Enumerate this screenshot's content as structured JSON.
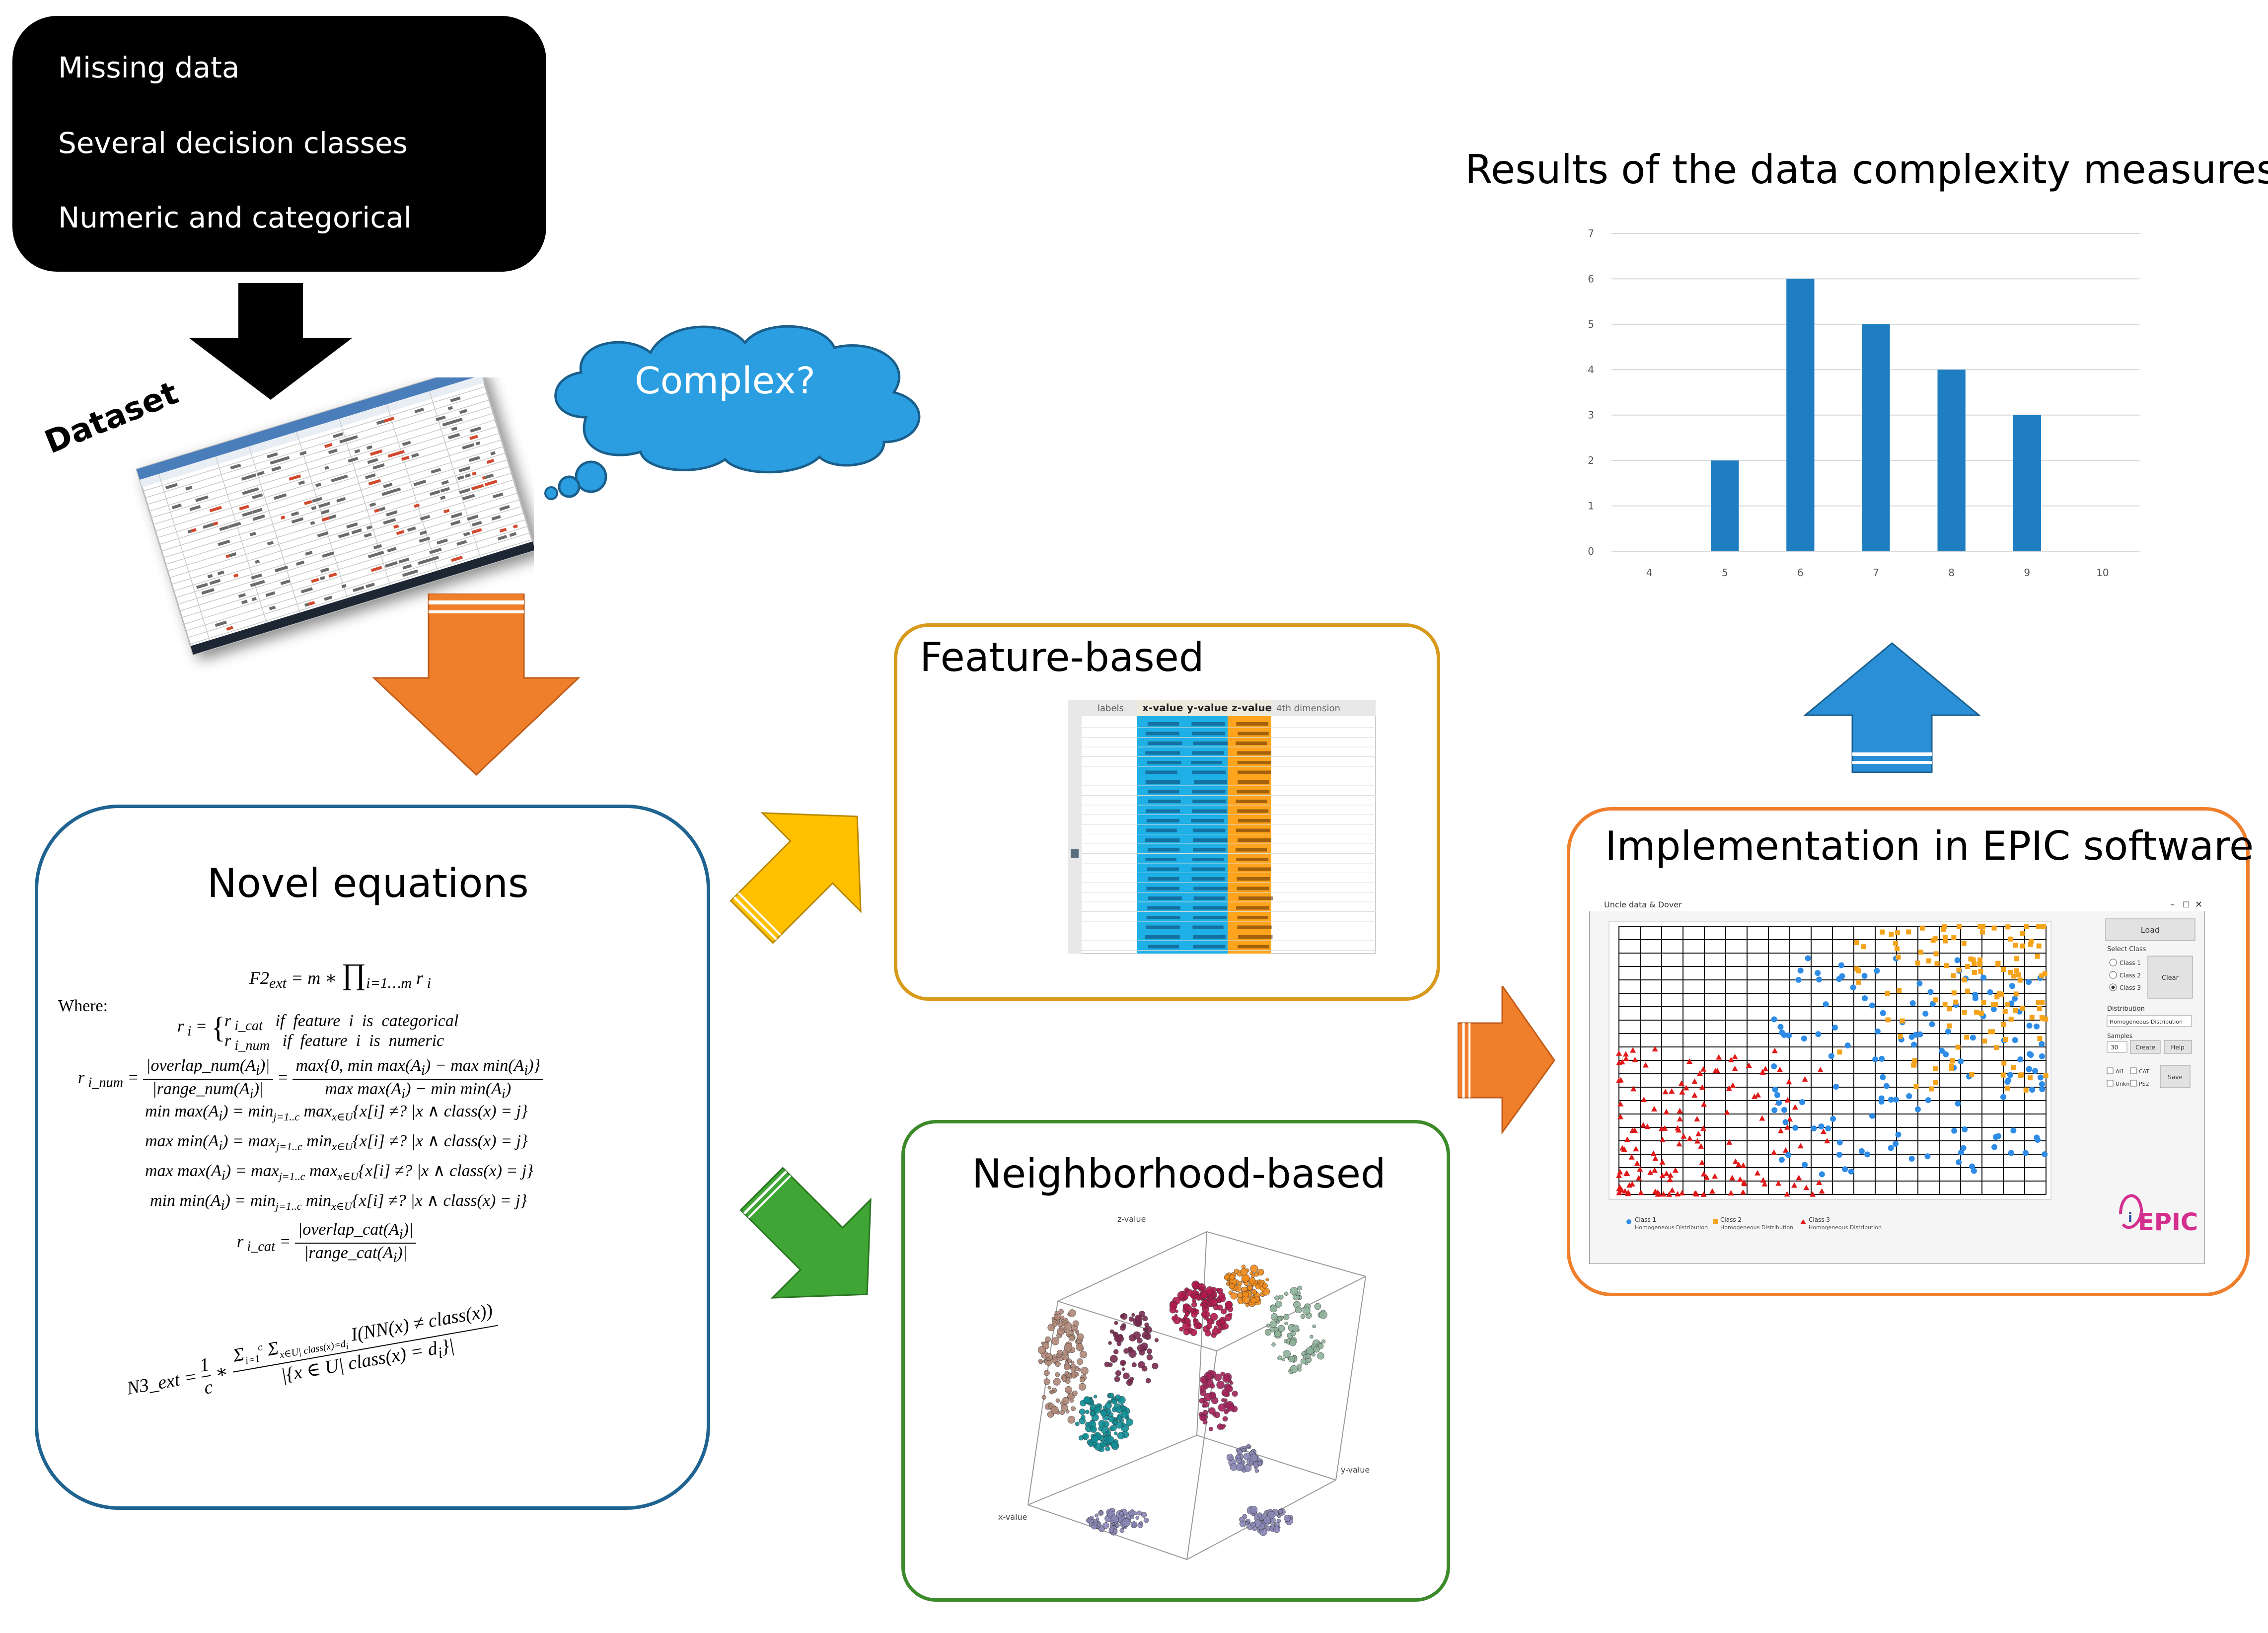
{
  "input": {
    "lines": [
      "Missing data",
      "Several decision classes",
      "Numeric and categorical"
    ]
  },
  "dataset_label": "Dataset",
  "cloud_label": "Complex?",
  "novel": {
    "title": "Novel equations",
    "where": "Where:",
    "equations": {
      "f2": "F2ext = m * ∏i=1…m r i",
      "ri1": "r i = { r i_cat    if  feature  i  is  categorical",
      "ri2": "r i_num    if  feature  i  is  numeric",
      "rnum": "r i_num = |overlap_num(Ai)| / |range_num(Ai)| = max{0, min max(Ai) − max min(Ai)} / (max max(Ai) − min min(Ai))",
      "minmax": "min max(Ai) = min j=1..c  max x∈U {x[i] ≠? | x ∧ class(x) = j}",
      "maxmin": "max min(Ai) = max j=1..c  min x∈U {x[i] ≠? | x ∧ class(x) = j}",
      "maxmax": "max max(Ai) = max j=1..c  max x∈U {x[i] ≠? | x ∧ class(x) = j}",
      "minmin": "min min(Ai) = min j=1..c  min x∈U {x[i] ≠? | x ∧ class(x) = j}",
      "rcat": "r i_cat = |overlap_cat(Ai)| / |range_cat(Ai)|",
      "n3": "N3_ext = 1/c * Σi=1..c Σx∈U| class(x)=di I(NN(x) ≠ class(x)) / |{x ∈ U| class(x) = di}|"
    }
  },
  "feature": {
    "title": "Feature-based",
    "columns": [
      "labels",
      "x-value",
      "y-value",
      "z-value",
      "4th dimension"
    ]
  },
  "neighbor": {
    "title": "Neighborhood-based",
    "axis": {
      "z": "z-value",
      "y": "y-value",
      "x": "x-value"
    }
  },
  "implementation": {
    "title": "Implementation in EPIC software",
    "window_title": "Uncle data & Dover",
    "sidebar": {
      "load": "Load",
      "select_class": "Select Class",
      "class_options": [
        "Class 1",
        "Class 2",
        "Class 3"
      ],
      "clear": "Clear",
      "distribution": "Distribution",
      "distribution_value": "Homogeneous Distribution",
      "samples": "Samples",
      "samples_value": "30",
      "create": "Create",
      "help": "Help",
      "checks": [
        "AI1",
        "CAT",
        "Unkn",
        "PS2"
      ],
      "save": "Save"
    },
    "legend": [
      {
        "name": "Class 1",
        "sub": "Homogeneous Distribution"
      },
      {
        "name": "Class 2",
        "sub": "Homogeneous Distribution"
      },
      {
        "name": "Class 3",
        "sub": "Homogeneous Distribution"
      }
    ],
    "logo": "EPIC",
    "colors": {
      "class1": "#2e8ce6",
      "class2": "#f5a31a",
      "class3": "#e01818"
    }
  },
  "results": {
    "title": "Results of the data complexity measures"
  },
  "chart_data": {
    "type": "bar",
    "categories": [
      "4",
      "5",
      "6",
      "7",
      "8",
      "9",
      "10"
    ],
    "values": [
      0,
      2,
      6,
      5,
      4,
      3,
      0
    ],
    "ylim": [
      0,
      7
    ],
    "yticks": [
      0,
      1,
      2,
      3,
      4,
      5,
      6,
      7
    ],
    "title": "",
    "xlabel": "",
    "ylabel": "",
    "grid": true,
    "color": "#1f7ec1"
  },
  "arrow_colors": {
    "black": "#000000",
    "orange": "#f07f2c",
    "yellow": "#ffc000",
    "green": "#3fa535",
    "blue": "#2a8fd6"
  }
}
